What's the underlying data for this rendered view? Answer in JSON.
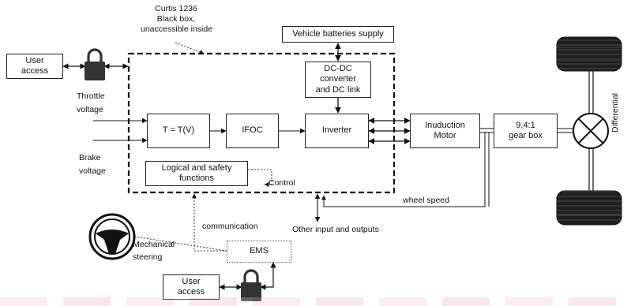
{
  "annotation_blackbox": [
    "Curtis 1236",
    "Black box,",
    "unaccessible inside"
  ],
  "boxes": {
    "user_access_top": [
      "User",
      "access"
    ],
    "user_access_bottom": [
      "User",
      "access"
    ],
    "vehicle_batteries": "Vehicle batteries supply",
    "dcdc": [
      "DC-DC",
      "converter",
      "and DC link"
    ],
    "torque": "T = T(V)",
    "ifoc": "IFOC",
    "inverter": "Inverter",
    "motor": [
      "Inuduction",
      "Motor"
    ],
    "gearbox": [
      "9,4:1",
      "gear box"
    ],
    "logic": [
      "Logical and safety",
      "functions"
    ],
    "ems": "EMS"
  },
  "labels": {
    "throttle": [
      "Throttle",
      "voltage"
    ],
    "brake": [
      "Brake",
      "voltage"
    ],
    "control": "Control",
    "wheel_speed": "wheel speed",
    "other_io": "Other input and outputs",
    "communication": "communication",
    "mech_steering": [
      "Mechanical",
      "steering"
    ],
    "differential": "Differential"
  },
  "colors": {
    "line": "#111111",
    "tire": "#1a1a1a",
    "background": "#ffffff"
  },
  "icons": [
    "lock-icon",
    "steering-wheel-icon",
    "tire-icon",
    "differential-icon"
  ]
}
